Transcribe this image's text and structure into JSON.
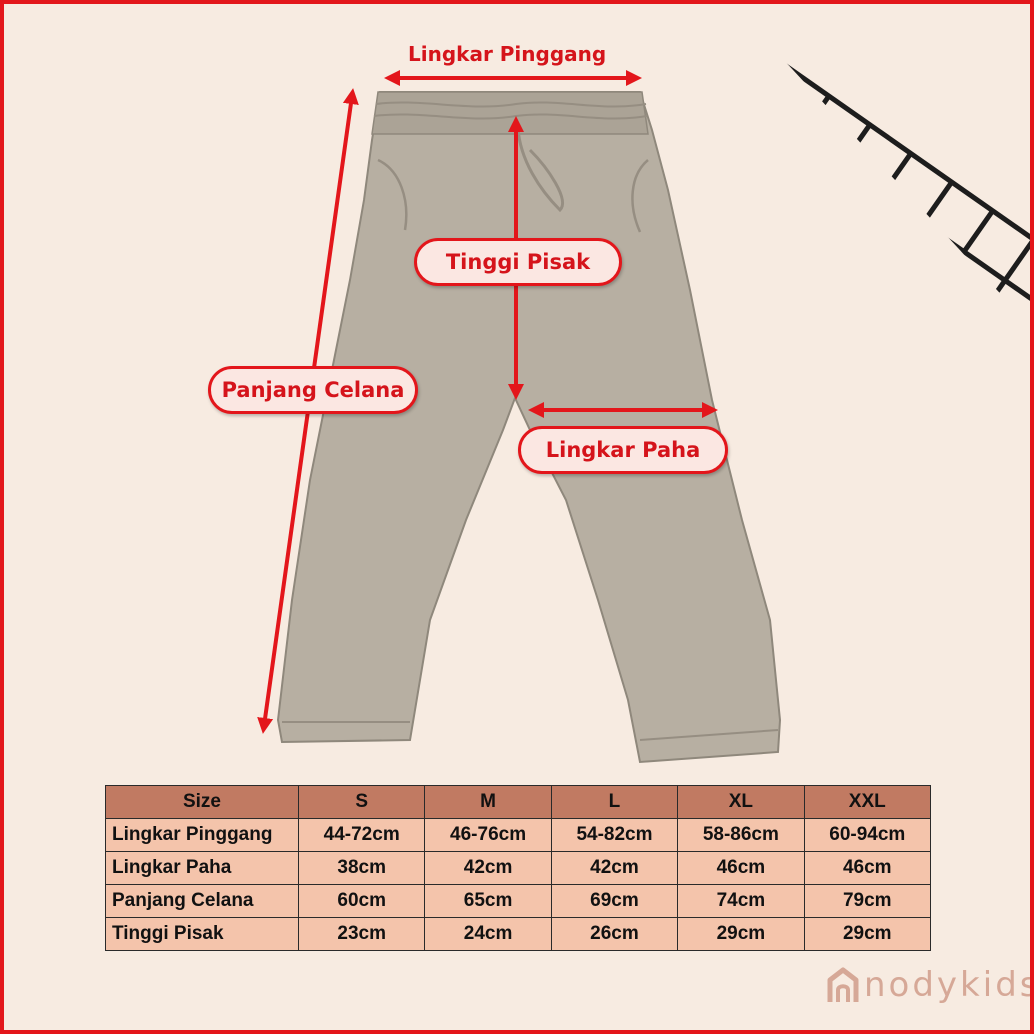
{
  "labels": {
    "waist": "Lingkar Pinggang",
    "rise": "Tinggi Pisak",
    "length": "Panjang Celana",
    "thigh": "Lingkar Paha"
  },
  "table": {
    "headers": [
      "Size",
      "S",
      "M",
      "L",
      "XL",
      "XXL"
    ],
    "rows": [
      [
        "Lingkar Pinggang",
        "44-72cm",
        "46-76cm",
        "54-82cm",
        "58-86cm",
        "60-94cm"
      ],
      [
        "Lingkar Paha",
        "38cm",
        "42cm",
        "42cm",
        "46cm",
        "46cm"
      ],
      [
        "Panjang Celana",
        "60cm",
        "65cm",
        "69cm",
        "74cm",
        "79cm"
      ],
      [
        "Tinggi Pisak",
        "23cm",
        "24cm",
        "26cm",
        "29cm",
        "29cm"
      ]
    ]
  },
  "brand": {
    "name": "nodykids"
  },
  "icons": {
    "logo": "house-icon",
    "decor": "grid-pattern-icon"
  },
  "colors": {
    "accent": "#e3161b",
    "background": "#f7ebe1",
    "header_fill": "#c17a62",
    "cell_fill": "#f4c4ab",
    "pants": "#b7afa2",
    "brand": "#d6a897"
  }
}
